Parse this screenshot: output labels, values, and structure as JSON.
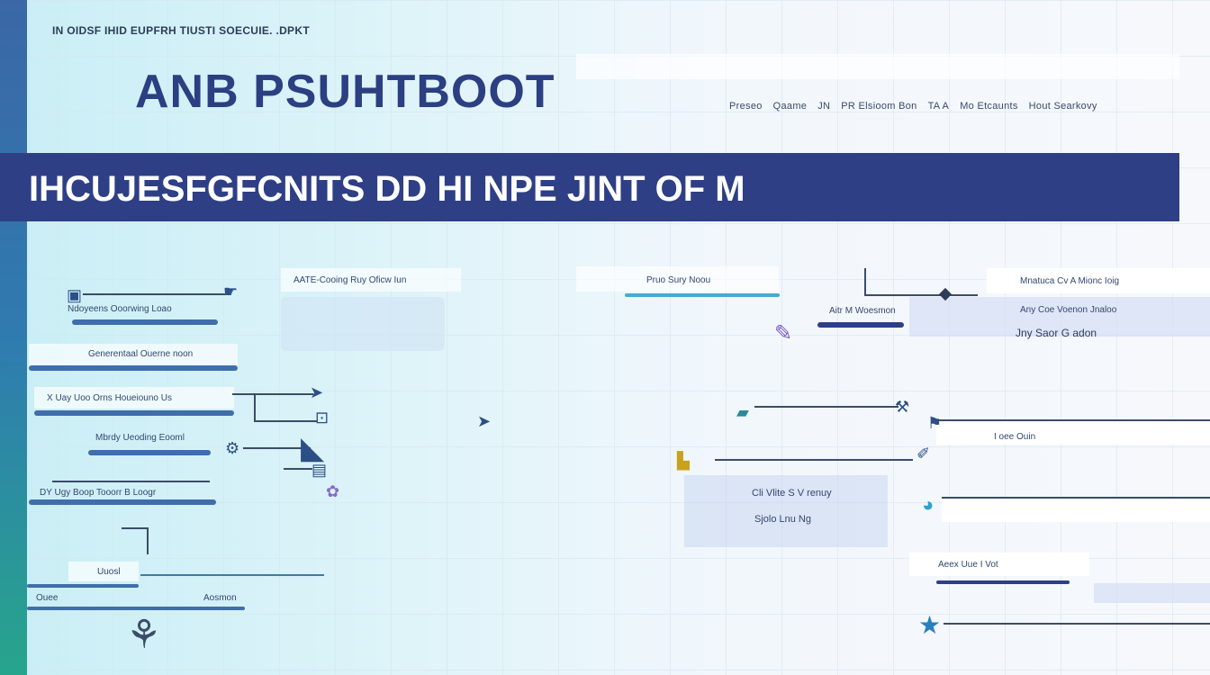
{
  "header": {
    "kicker": "IN OIDSF IHID EUPFRH TIUSTI SOECUIE. .DPKT",
    "title": "ANB PSUHTBOOT",
    "nav": [
      "Preseo",
      "Qaame",
      "JN",
      "PR Elsioom Bon",
      "TA A",
      "Mo Etcaunts",
      "Hout Searkovy"
    ]
  },
  "banner": {
    "text": "IHCUJESFGFCNITS DD HI NPE JINT OF M"
  },
  "left_items": [
    "Ndoyeens Ooorwing Loao",
    "Generentaal Ouerne noon",
    "X Uay Uoo Orns  Houeiouno Us",
    "Mbrdy Ueoding Eooml",
    "DY Ugy  Boop  Tooorr B Loogr",
    "Uuosl",
    "Ouee",
    "Aosmon"
  ],
  "mid_items": [
    "AATE-Cooing Ruy Oficw Iun",
    "Pruo Sury Noou"
  ],
  "right_items": [
    "Aitr M Woesmon",
    "Mnatuca Cv A Mionc Ioig",
    "Any Coe Voenon Jnaloo",
    "Jny Saor G adon",
    "I oee Ouin",
    "Cli Vlite S V renuy",
    "Sjolo Lnu Ng",
    "Aeex Uue I Vot"
  ],
  "colors": {
    "navy": "#2e3f85",
    "accent": "#3f6eaa",
    "teal": "#27a58c"
  }
}
